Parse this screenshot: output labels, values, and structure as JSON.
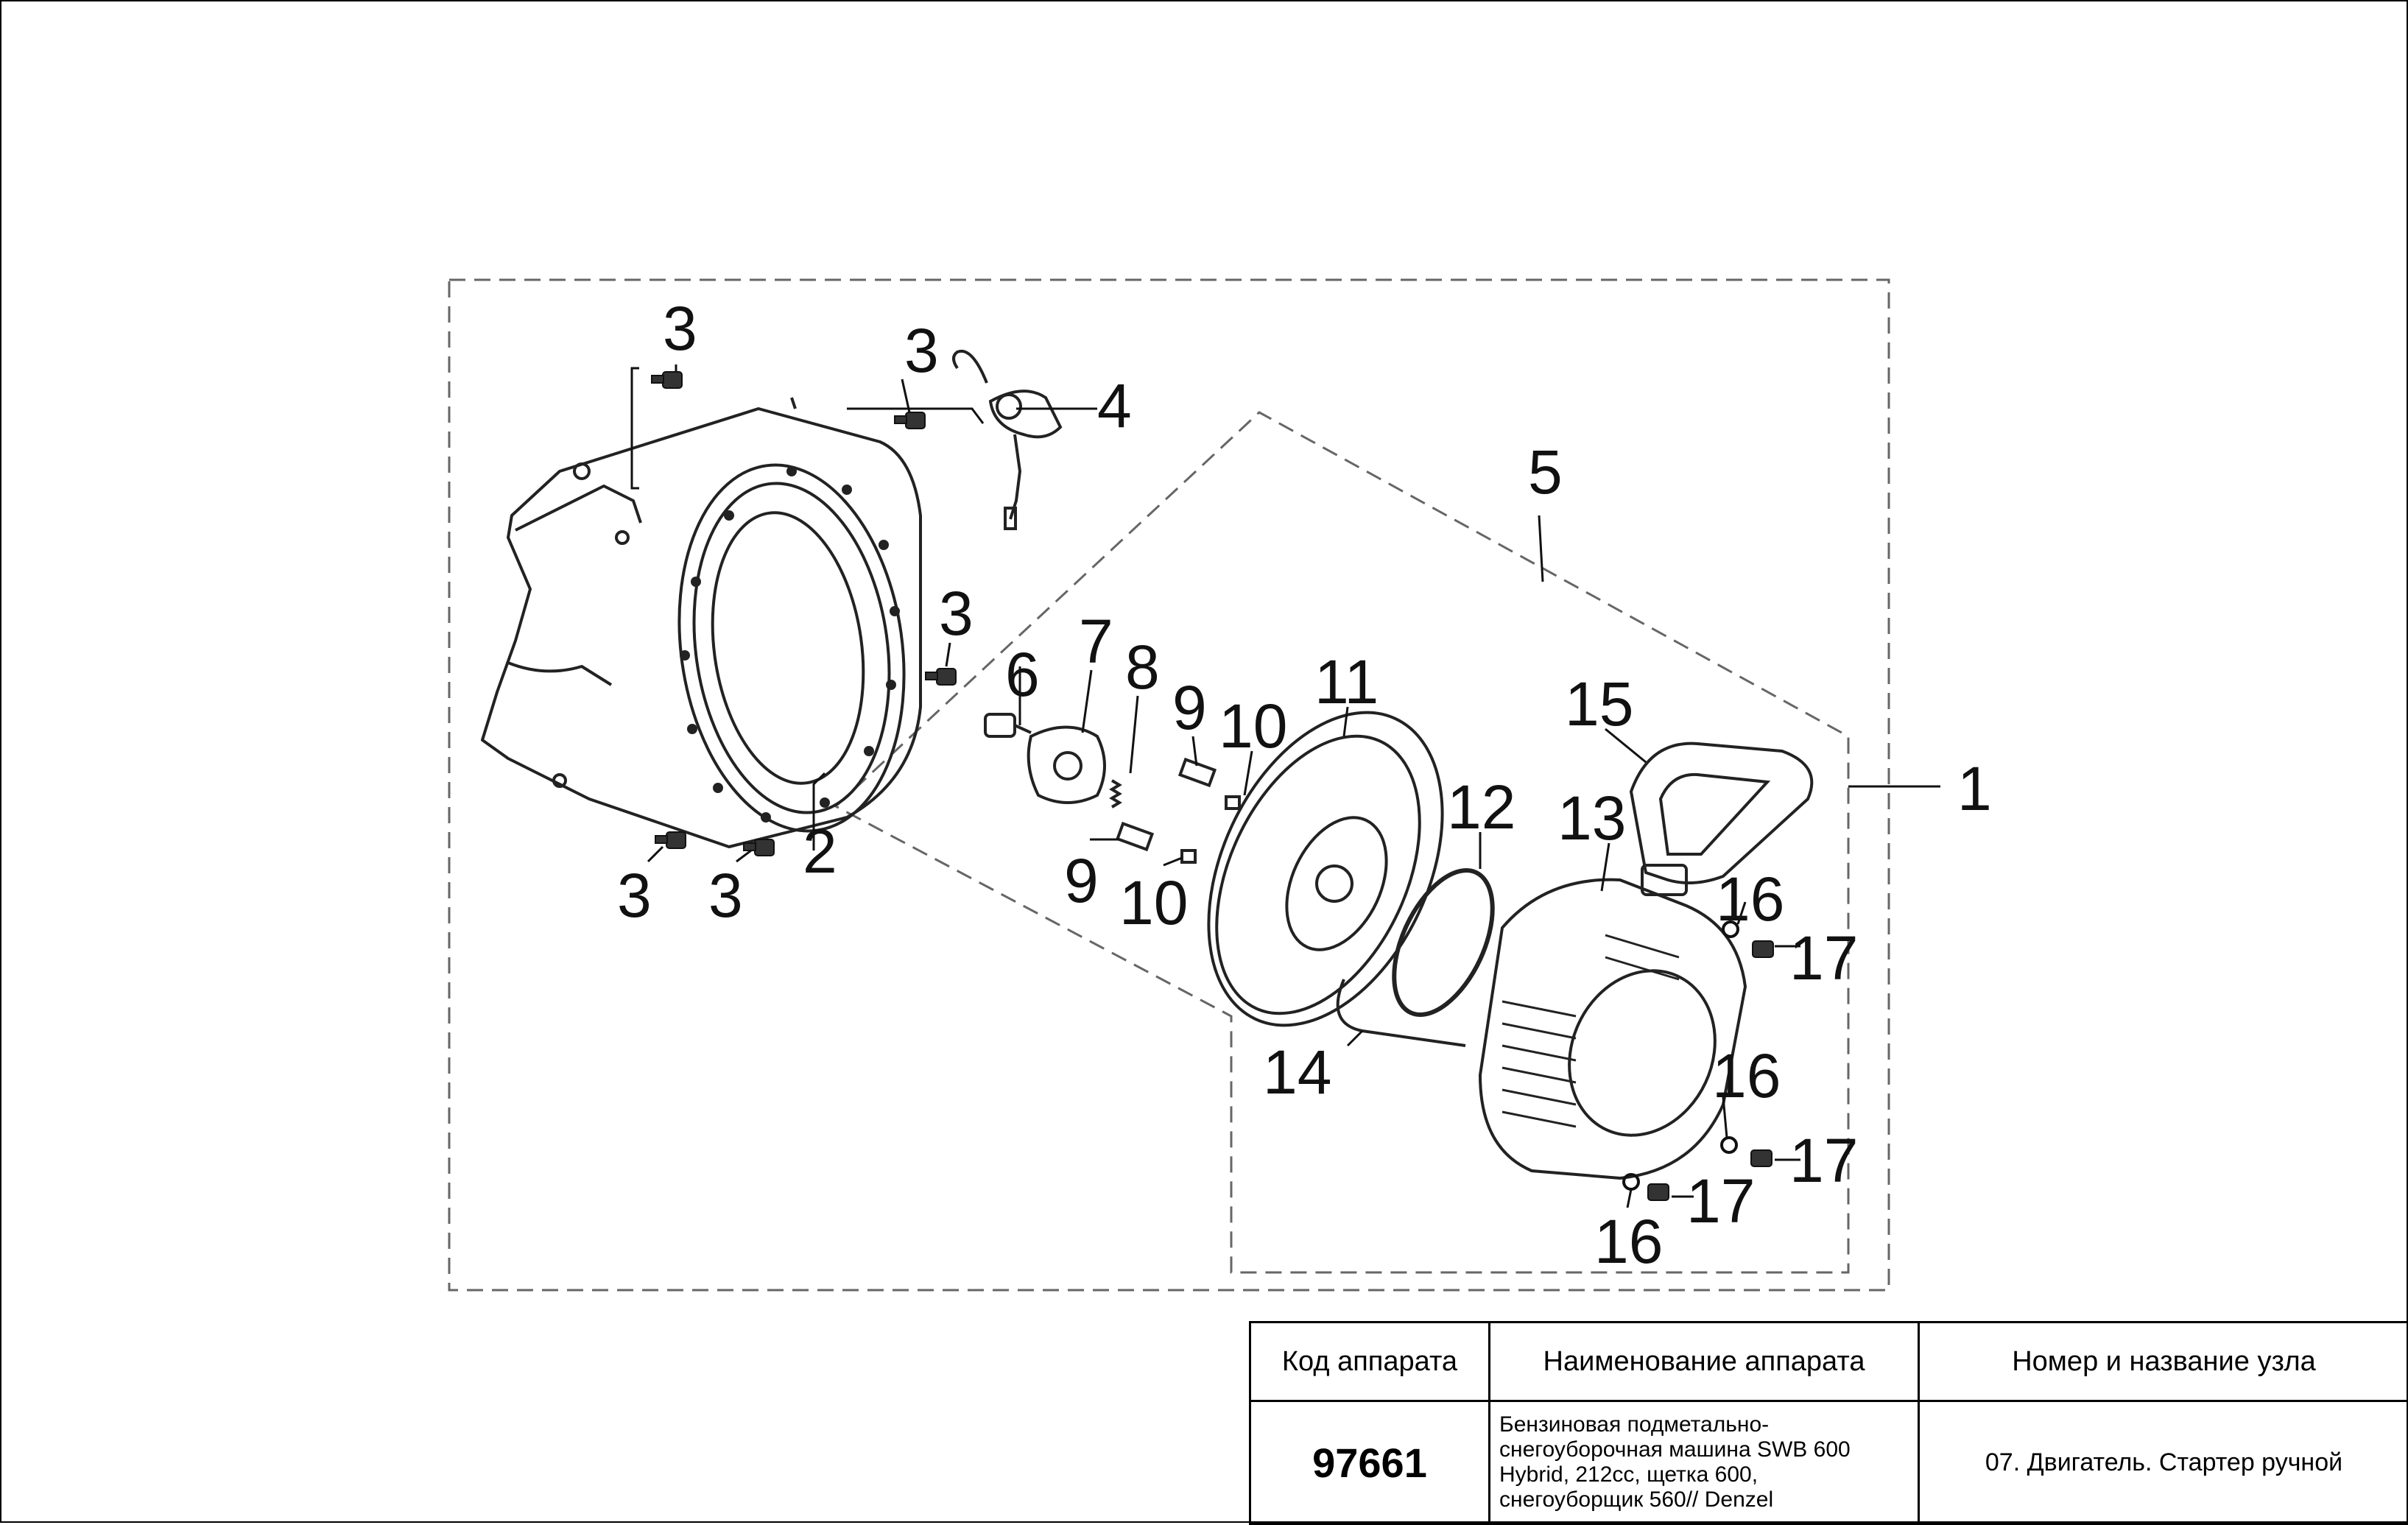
{
  "callouts": {
    "c1": "1",
    "c2": "2",
    "c3a": "3",
    "c3b": "3",
    "c3c": "3",
    "c3d": "3",
    "c3e": "3",
    "c4": "4",
    "c5": "5",
    "c6": "6",
    "c7": "7",
    "c8": "8",
    "c9a": "9",
    "c9b": "9",
    "c10a": "10",
    "c10b": "10",
    "c11": "11",
    "c12": "12",
    "c13": "13",
    "c14": "14",
    "c15": "15",
    "c16a": "16",
    "c16b": "16",
    "c16c": "16",
    "c17a": "17",
    "c17b": "17",
    "c17c": "17"
  },
  "title_block": {
    "header_code": "Код аппарата",
    "header_name": "Наименование аппарата",
    "header_node": "Номер и название узла",
    "code": "97661",
    "name_lines": [
      "Бензиновая подметально-",
      "снегоуборочная машина SWB 600",
      "Hybrid, 212cc, щетка 600,",
      "снегоуборщик 560// Denzel"
    ],
    "node": "07. Двигатель. Стартер ручной"
  }
}
